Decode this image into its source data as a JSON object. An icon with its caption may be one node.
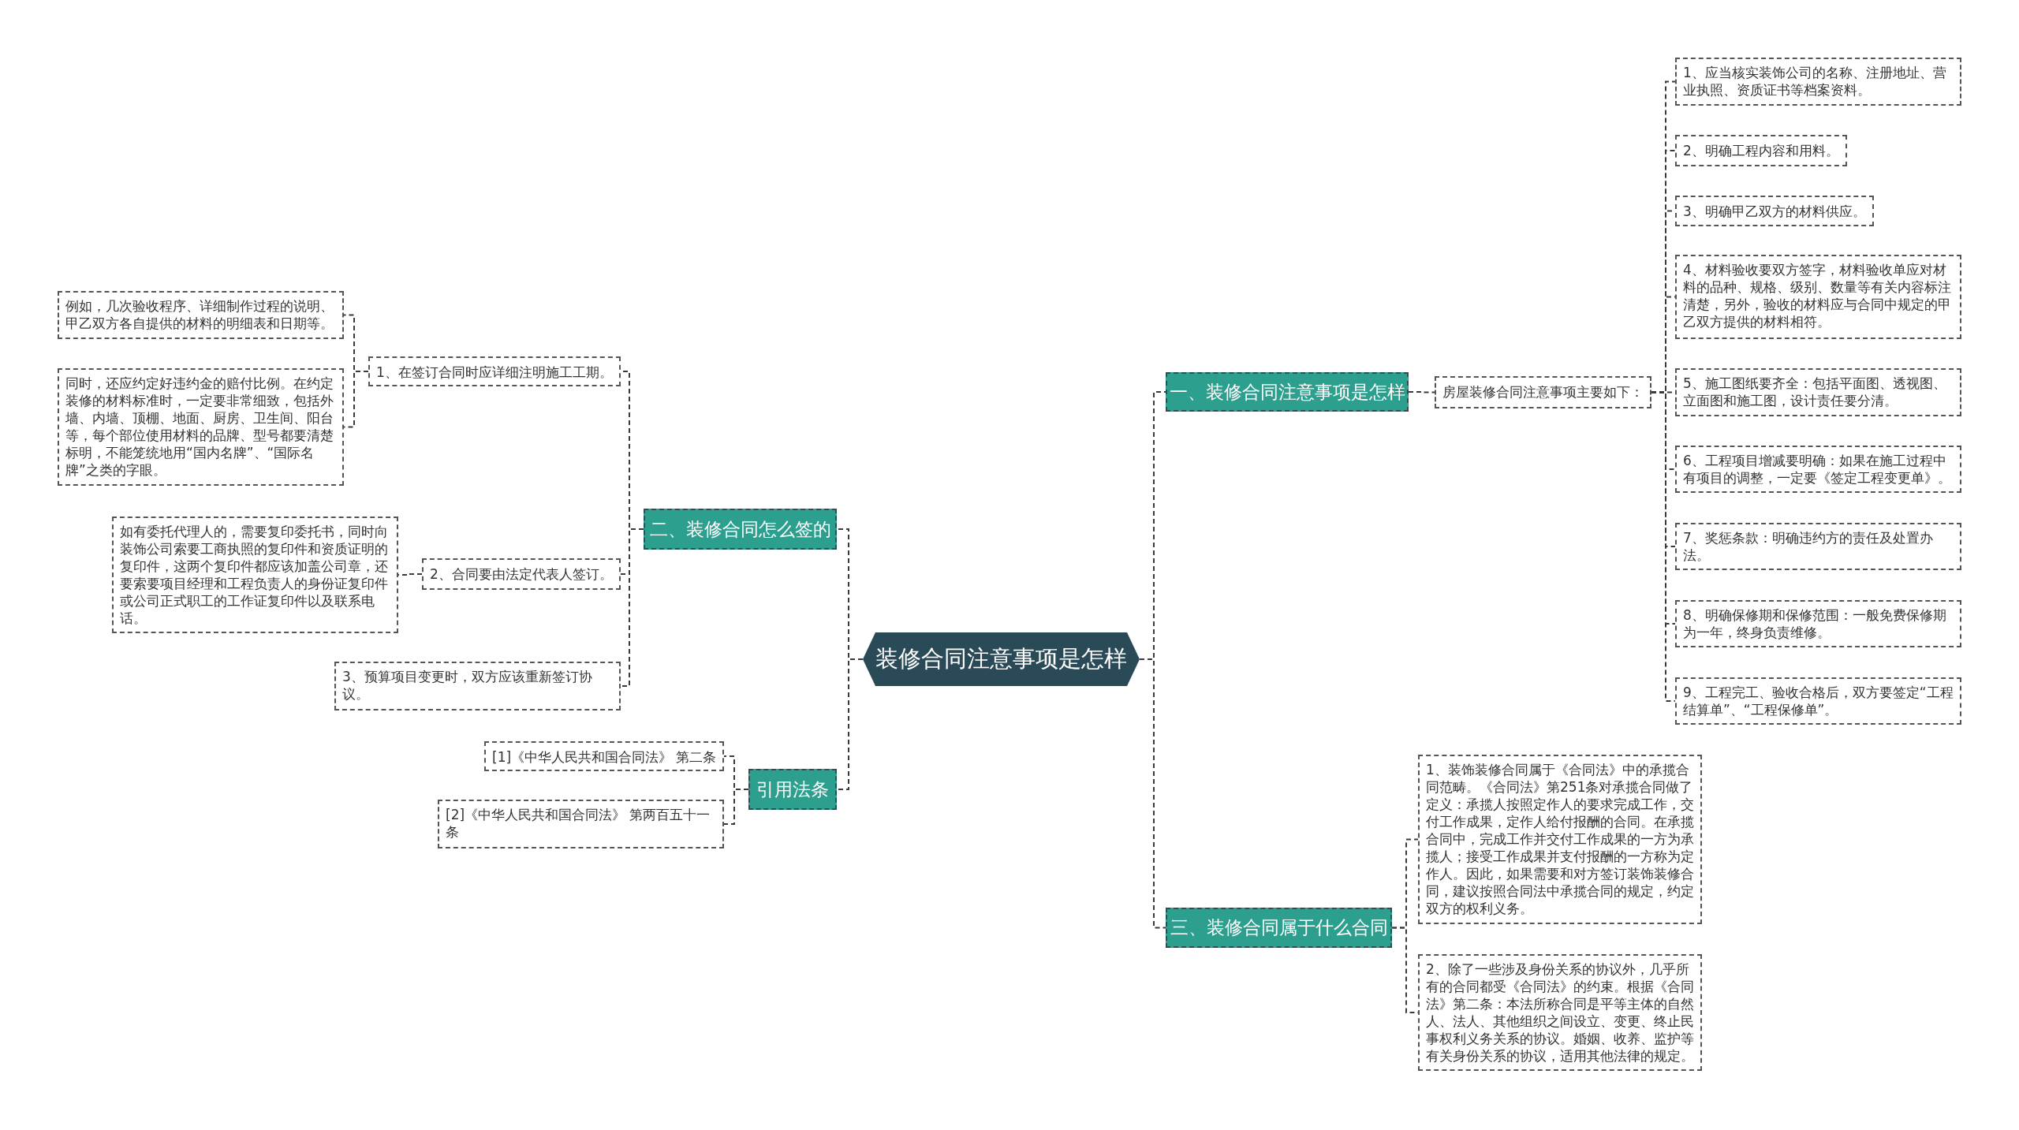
{
  "diagram": {
    "nodes": [
      {
        "text": [
          "装修合同注意事项是怎样"
        ]
      },
      {
        "text": [
          "一、装修合同注意事项是怎样"
        ]
      },
      {
        "text": [
          "房屋装修合同注意事项主要如下："
        ]
      },
      {
        "text": [
          "1、应当核实装饰公司的名称、注册地址、营业执照、资质证书等档案资料。"
        ]
      },
      {
        "text": [
          "2、明确工程内容和用料。"
        ]
      },
      {
        "text": [
          "3、明确甲乙双方的材料供应。"
        ]
      },
      {
        "text": [
          "4、材料验收要双方签字，材料验收单应对材料的品种、规格、级别、数量等有关内容标注清楚，另外，验收的材料应与合同中规定的甲乙双方提供的材料相符。"
        ]
      },
      {
        "text": [
          "5、施工图纸要齐全：包括平面图、透视图、立面图和施工图，设计责任要分清。"
        ]
      },
      {
        "text": [
          "6、工程项目增减要明确：如果在施工过程中有项目的调整，一定要《签定工程变更单》。"
        ]
      },
      {
        "text": [
          "7、奖惩条款：明确违约方的责任及处置办法。"
        ]
      },
      {
        "text": [
          "8、明确保修期和保修范围：一般免费保修期为一年，终身负责维修。"
        ]
      },
      {
        "text": [
          "9、工程完工、验收合格后，双方要签定“工程结算单”、“工程保修单”。"
        ]
      },
      {
        "text": [
          "三、装修合同属于什么合同"
        ]
      },
      {
        "text": [
          "1、装饰装修合同属于《合同法》中的承揽合同范畴。《合同法》第251条对承揽合同做了定义：承揽人按照定作人的要求完成工作，交付工作成果，定作人给付报酬的合同。在承揽合同中，完成工作并交付工作成果的一方为承揽人；接受工作成果并支付报酬的一方称为定作人。因此，如果需要和对方签订装饰装修合同，建议按照合同法中承揽合同的规定，约定双方的权利义务。"
        ]
      },
      {
        "text": [
          "2、除了一些涉及身份关系的协议外，几乎所有的合同都受《合同法》的约束。根据《合同法》第二条：本法所称合同是平等主体的自然人、法人、其他组织之间设立、变更、终止民事权利义务关系的协议。婚姻、收养、监护等有关身份关系的协议，适用其他法律的规定。"
        ]
      },
      {
        "text": [
          "二、装修合同怎么签的"
        ]
      },
      {
        "text": [
          "1、在签订合同时应详细注明施工工期。"
        ]
      },
      {
        "text": [
          "例如，几次验收程序、详细制作过程的说明、甲乙双方各自提供的材料的明细表和日期等。"
        ]
      },
      {
        "text": [
          "同时，还应约定好违约金的赔付比例。在约定装修的材料标准时，一定要非常细致，包括外墙、内墙、顶棚、地面、厨房、卫生间、阳台等，每个部位使用材料的品牌、型号都要清楚标明，不能笼统地用“国内名牌”、“国际名牌”之类的字眼。"
        ]
      },
      {
        "text": [
          "2、合同要由法定代表人签订。"
        ]
      },
      {
        "text": [
          "如有委托代理人的，需要复印委托书，同时向装饰公司索要工商执照的复印件和资质证明的复印件，这两个复印件都应该加盖公司章，还要索要项目经理和工程负责人的身份证复印件或公司正式职工的工作证复印件以及联系电话。"
        ]
      },
      {
        "text": [
          "3、预算项目变更时，双方应该重新签订协议。"
        ]
      },
      {
        "text": [
          "引用法条"
        ]
      },
      {
        "text": [
          "[1]《中华人民共和国合同法》 第二条"
        ]
      },
      {
        "text": [
          "[2]《中华人民共和国合同法》 第两百五十一条"
        ]
      }
    ],
    "edges": [
      {
        "from": 0,
        "to": 1,
        "arrow": "none"
      },
      {
        "from": 0,
        "to": 12,
        "arrow": "none"
      },
      {
        "from": 0,
        "to": 15,
        "arrow": "none"
      },
      {
        "from": 0,
        "to": 22,
        "arrow": "none"
      },
      {
        "from": 1,
        "to": 2,
        "arrow": "none"
      },
      {
        "from": 2,
        "to": 3,
        "arrow": "none"
      },
      {
        "from": 2,
        "to": 4,
        "arrow": "none"
      },
      {
        "from": 2,
        "to": 5,
        "arrow": "none"
      },
      {
        "from": 2,
        "to": 6,
        "arrow": "none"
      },
      {
        "from": 2,
        "to": 7,
        "arrow": "none"
      },
      {
        "from": 2,
        "to": 8,
        "arrow": "none"
      },
      {
        "from": 2,
        "to": 9,
        "arrow": "none"
      },
      {
        "from": 2,
        "to": 10,
        "arrow": "none"
      },
      {
        "from": 2,
        "to": 11,
        "arrow": "none"
      },
      {
        "from": 12,
        "to": 13,
        "arrow": "none"
      },
      {
        "from": 12,
        "to": 14,
        "arrow": "none"
      },
      {
        "from": 15,
        "to": 16,
        "arrow": "none"
      },
      {
        "from": 15,
        "to": 19,
        "arrow": "none"
      },
      {
        "from": 15,
        "to": 21,
        "arrow": "none"
      },
      {
        "from": 16,
        "to": 17,
        "arrow": "none"
      },
      {
        "from": 16,
        "to": 18,
        "arrow": "none"
      },
      {
        "from": 19,
        "to": 20,
        "arrow": "none"
      },
      {
        "from": 22,
        "to": 23,
        "arrow": "none"
      },
      {
        "from": 22,
        "to": 24,
        "arrow": "none"
      }
    ]
  }
}
